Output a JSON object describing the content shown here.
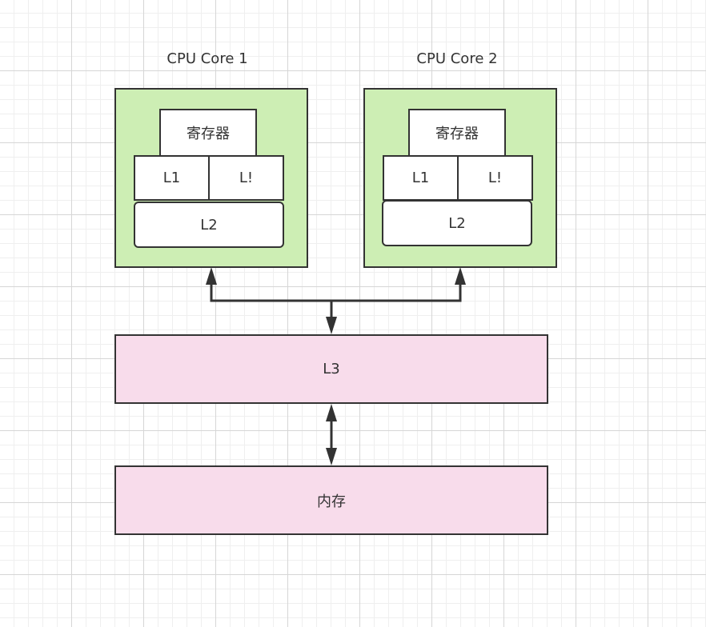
{
  "cores": [
    {
      "title": "CPU Core 1",
      "register": "寄存器",
      "l1a": "L1",
      "l1b": "L!",
      "l2": "L2"
    },
    {
      "title": "CPU Core 2",
      "register": "寄存器",
      "l1a": "L1",
      "l1b": "L!",
      "l2": "L2"
    }
  ],
  "l3": "L3",
  "memory": "内存",
  "colors": {
    "core_fill": "#cdeeb4",
    "shared_fill": "#f8dceb",
    "stroke": "#333333"
  }
}
